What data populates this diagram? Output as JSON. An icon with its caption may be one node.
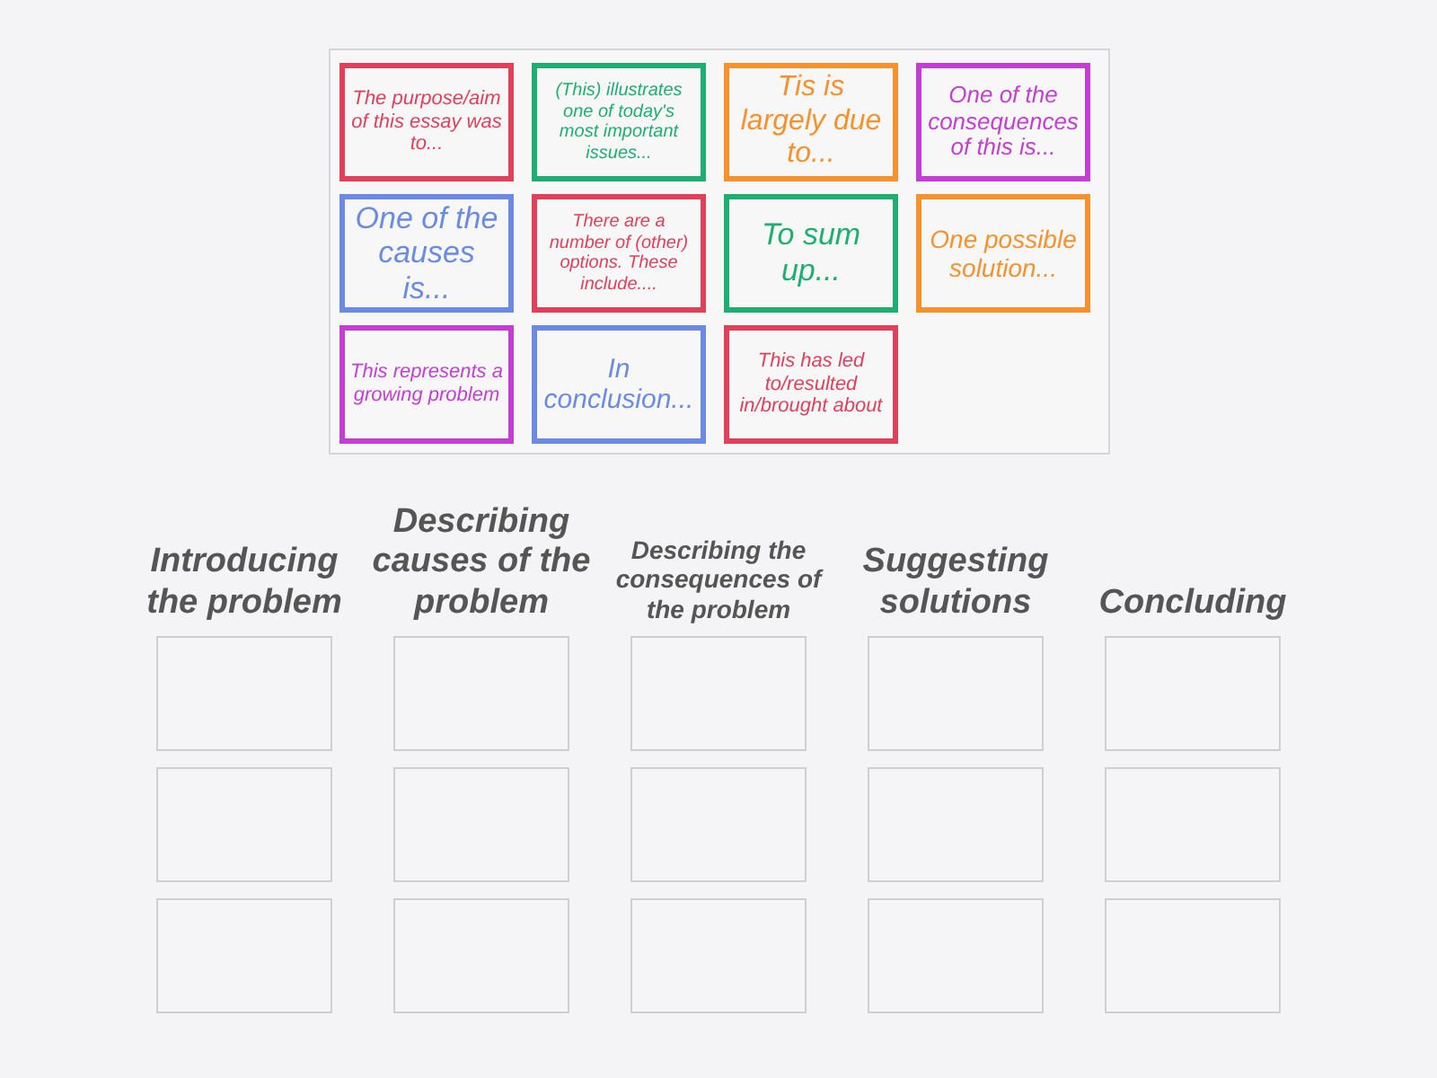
{
  "diagram": {
    "nodes": [
      {
        "text": [
          "The purpose/aim of this essay was to..."
        ]
      },
      {
        "text": [
          "(This) illustrates one of today's most important issues..."
        ]
      },
      {
        "text": [
          "Tis is largely due to..."
        ]
      },
      {
        "text": [
          "One of the consequences of this is..."
        ]
      },
      {
        "text": [
          "One of the causes is..."
        ]
      },
      {
        "text": [
          "There are a number of (other) options. These include...."
        ]
      },
      {
        "text": [
          "To sum up..."
        ]
      },
      {
        "text": [
          "One possible solution..."
        ]
      },
      {
        "text": [
          "This represents a growing problem"
        ]
      },
      {
        "text": [
          "In conclusion..."
        ]
      },
      {
        "text": [
          "This has led to/resulted in/brought about"
        ]
      },
      {
        "text": [],
        "shape": "box"
      },
      {
        "text": [],
        "shape": "box"
      },
      {
        "text": [],
        "shape": "box"
      },
      {
        "text": [],
        "shape": "box"
      },
      {
        "text": [],
        "shape": "box"
      },
      {
        "text": [],
        "shape": "box"
      },
      {
        "text": [],
        "shape": "box"
      },
      {
        "text": [],
        "shape": "box"
      },
      {
        "text": [],
        "shape": "box"
      },
      {
        "text": [],
        "shape": "box"
      },
      {
        "text": [],
        "shape": "box"
      },
      {
        "text": [],
        "shape": "box"
      },
      {
        "text": [],
        "shape": "box"
      },
      {
        "text": [],
        "shape": "box"
      },
      {
        "text": [],
        "shape": "box"
      }
    ],
    "labels": [
      "Introducing the problem",
      "Describing causes of the problem",
      "Describing the consequences of the problem",
      "Suggesting solutions",
      "Concluding"
    ]
  }
}
